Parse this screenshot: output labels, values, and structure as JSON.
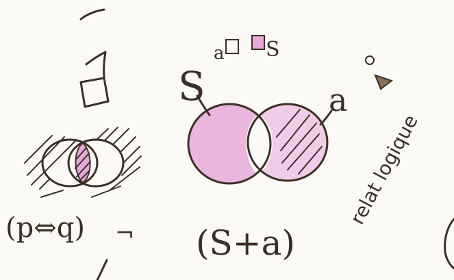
{
  "colors": {
    "paper": "#fbfaf6",
    "ink": "#3a2f26",
    "highlight_pink": "#e7a9d8",
    "light_pink": "#f0c6e8"
  },
  "labels": {
    "left_formula": "(p⇔q)",
    "top_relation_s": "S",
    "top_relation_a": "a",
    "center_formula": "(S+a)",
    "right_note": "relat logique",
    "side_symbol": "¬"
  },
  "icons": [
    "negation-mark-icon",
    "small-square-icon",
    "small-circle-icon",
    "shaded-triangle-icon"
  ]
}
